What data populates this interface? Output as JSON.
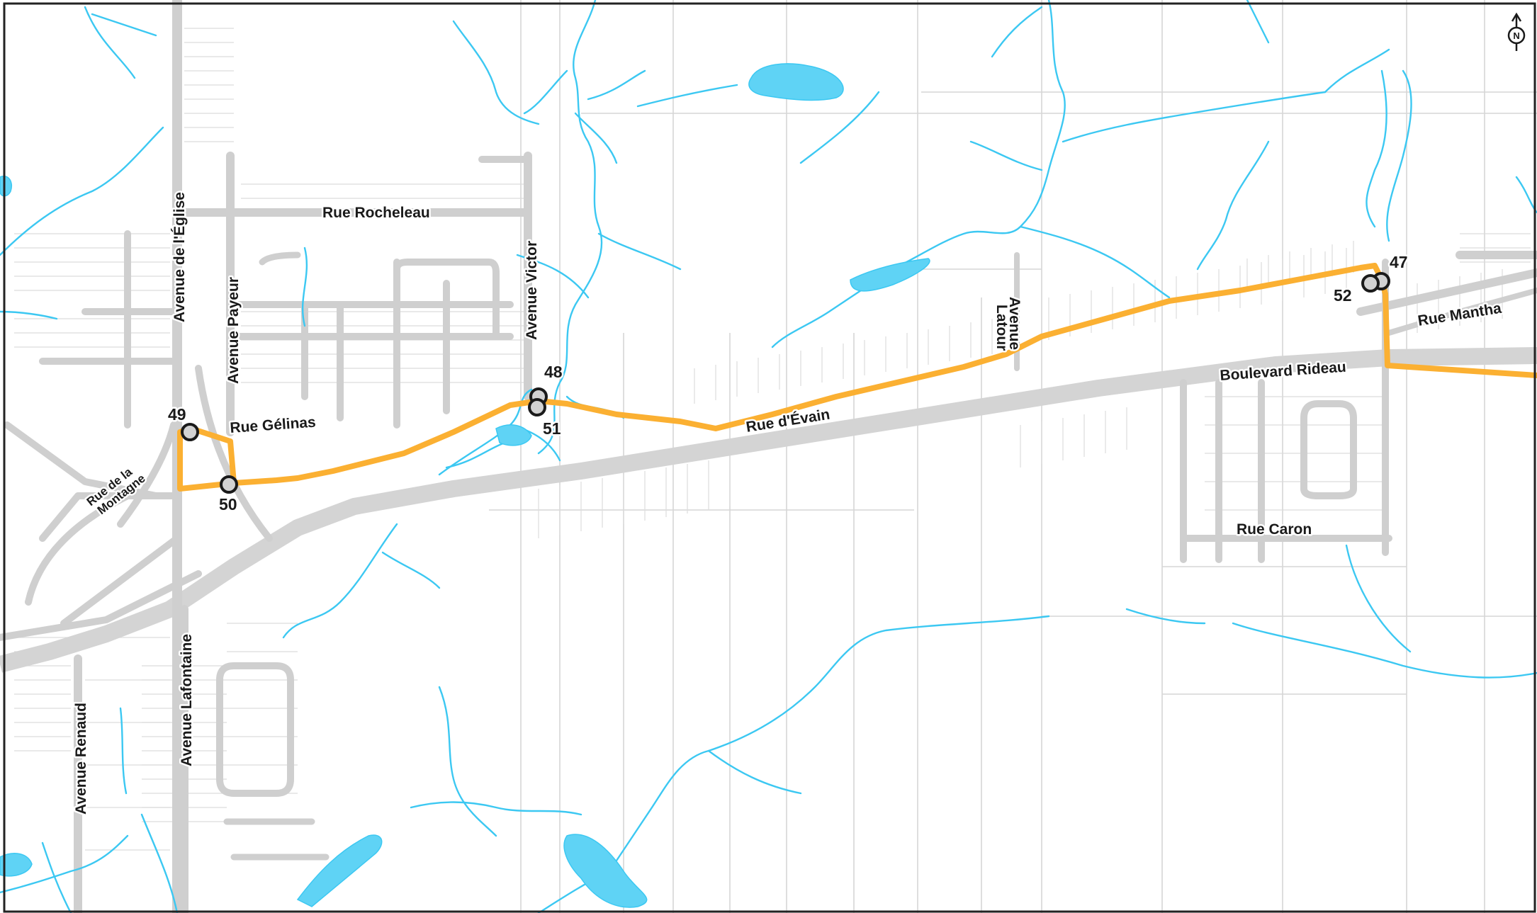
{
  "map": {
    "colors": {
      "route": "#fbb032",
      "water": "#3cc8f2",
      "street": "#cfcfcf",
      "stop_fill": "#d2d2d2",
      "stop_outline": "#1a1a1a"
    },
    "north_arrow": {
      "label": "N",
      "icon": "north-arrow-icon"
    },
    "streets": {
      "rue_rocheleau": "Rue Rocheleau",
      "avenue_eglise": "Avenue de l'Église",
      "avenue_payeur": "Avenue Payeur",
      "rue_gelinas": "Rue Gélinas",
      "rue_montagne_1": "Rue de la",
      "rue_montagne_2": "Montagne",
      "avenue_victor": "Avenue Victor",
      "rue_evain": "Rue d'Évain",
      "avenue_latour_1": "Avenue",
      "avenue_latour_2": "Latour",
      "boulevard_rideau": "Boulevard Rideau",
      "rue_mantha": "Rue Mantha",
      "rue_caron": "Rue Caron",
      "avenue_renaud": "Avenue Renaud",
      "avenue_lafontaine": "Avenue Lafontaine"
    },
    "stops": [
      {
        "id": "47",
        "label": "47"
      },
      {
        "id": "48",
        "label": "48"
      },
      {
        "id": "49",
        "label": "49"
      },
      {
        "id": "50",
        "label": "50"
      },
      {
        "id": "51",
        "label": "51"
      },
      {
        "id": "52",
        "label": "52"
      }
    ]
  }
}
